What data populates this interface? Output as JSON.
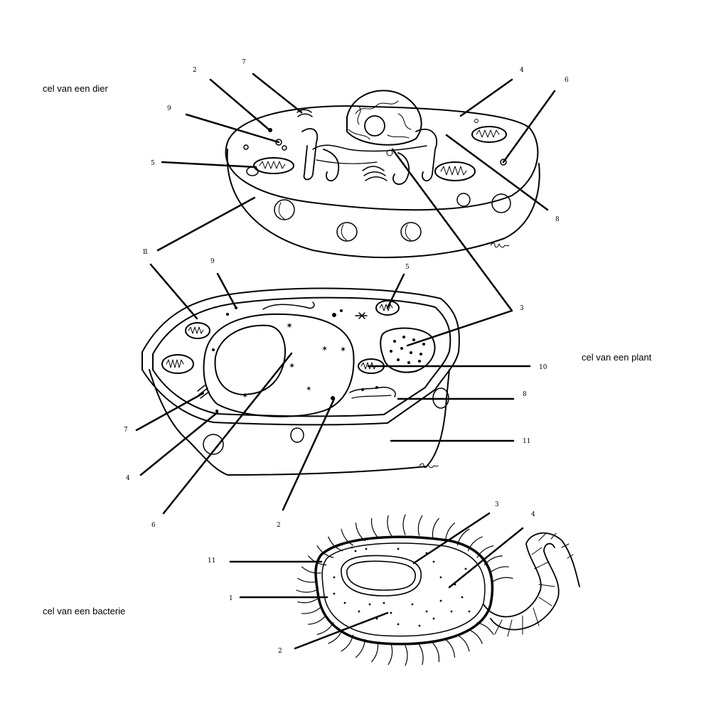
{
  "titles": {
    "animal": "cel van een dier",
    "plant": "cel van een plant",
    "bacteria": "cel van een bacterie"
  },
  "labels": {
    "animal": [
      "1",
      "2",
      "4",
      "5",
      "6",
      "7",
      "8",
      "9"
    ],
    "shared": [
      "3"
    ],
    "plant": [
      "1",
      "2",
      "4",
      "5",
      "6",
      "7",
      "8",
      "9",
      "10",
      "11"
    ],
    "bacteria": [
      "1",
      "2",
      "3",
      "4",
      "11"
    ]
  }
}
